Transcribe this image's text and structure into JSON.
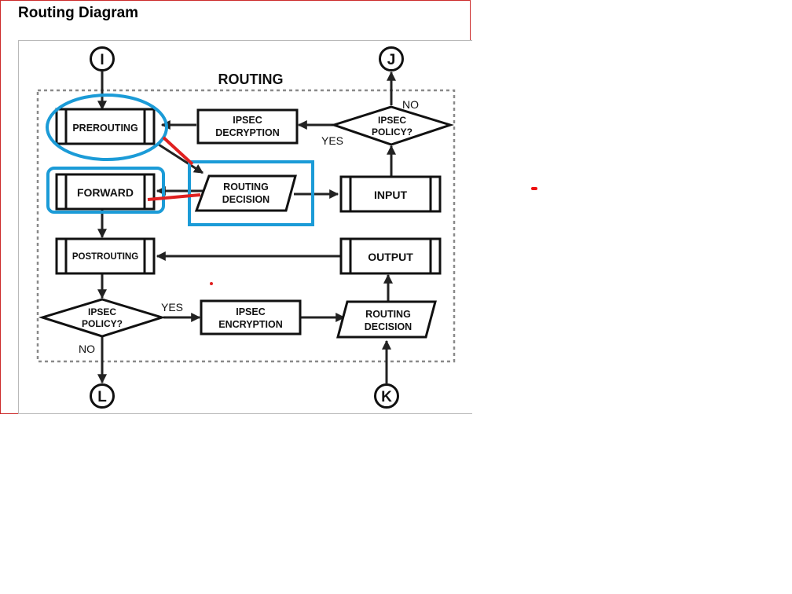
{
  "header": {
    "title": "Routing Diagram"
  },
  "diagram": {
    "title": "ROUTING",
    "terminals": {
      "top_left": "I",
      "top_right": "J",
      "bottom_left": "L",
      "bottom_right": "K"
    },
    "nodes": {
      "prerouting": "PREROUTING",
      "forward": "FORWARD",
      "postrouting": "POSTROUTING",
      "input": "INPUT",
      "output": "OUTPUT",
      "ipsec_decryption": [
        "IPSEC",
        "DECRYPTION"
      ],
      "ipsec_encryption": [
        "IPSEC",
        "ENCRYPTION"
      ],
      "routing_decision_upper": [
        "ROUTING",
        "DECISION"
      ],
      "routing_decision_lower": [
        "ROUTING",
        "DECISION"
      ],
      "ipsec_policy_upper": [
        "IPSEC",
        "POLICY?"
      ],
      "ipsec_policy_lower": [
        "IPSEC",
        "POLICY?"
      ]
    },
    "edge_labels": {
      "upper_no": "NO",
      "upper_yes": "YES",
      "lower_yes": "YES",
      "lower_no": "NO"
    },
    "highlight_colors": {
      "ellipse": "#1b9bd7",
      "box": "#1b9bd7",
      "connector": "#e02020"
    }
  }
}
